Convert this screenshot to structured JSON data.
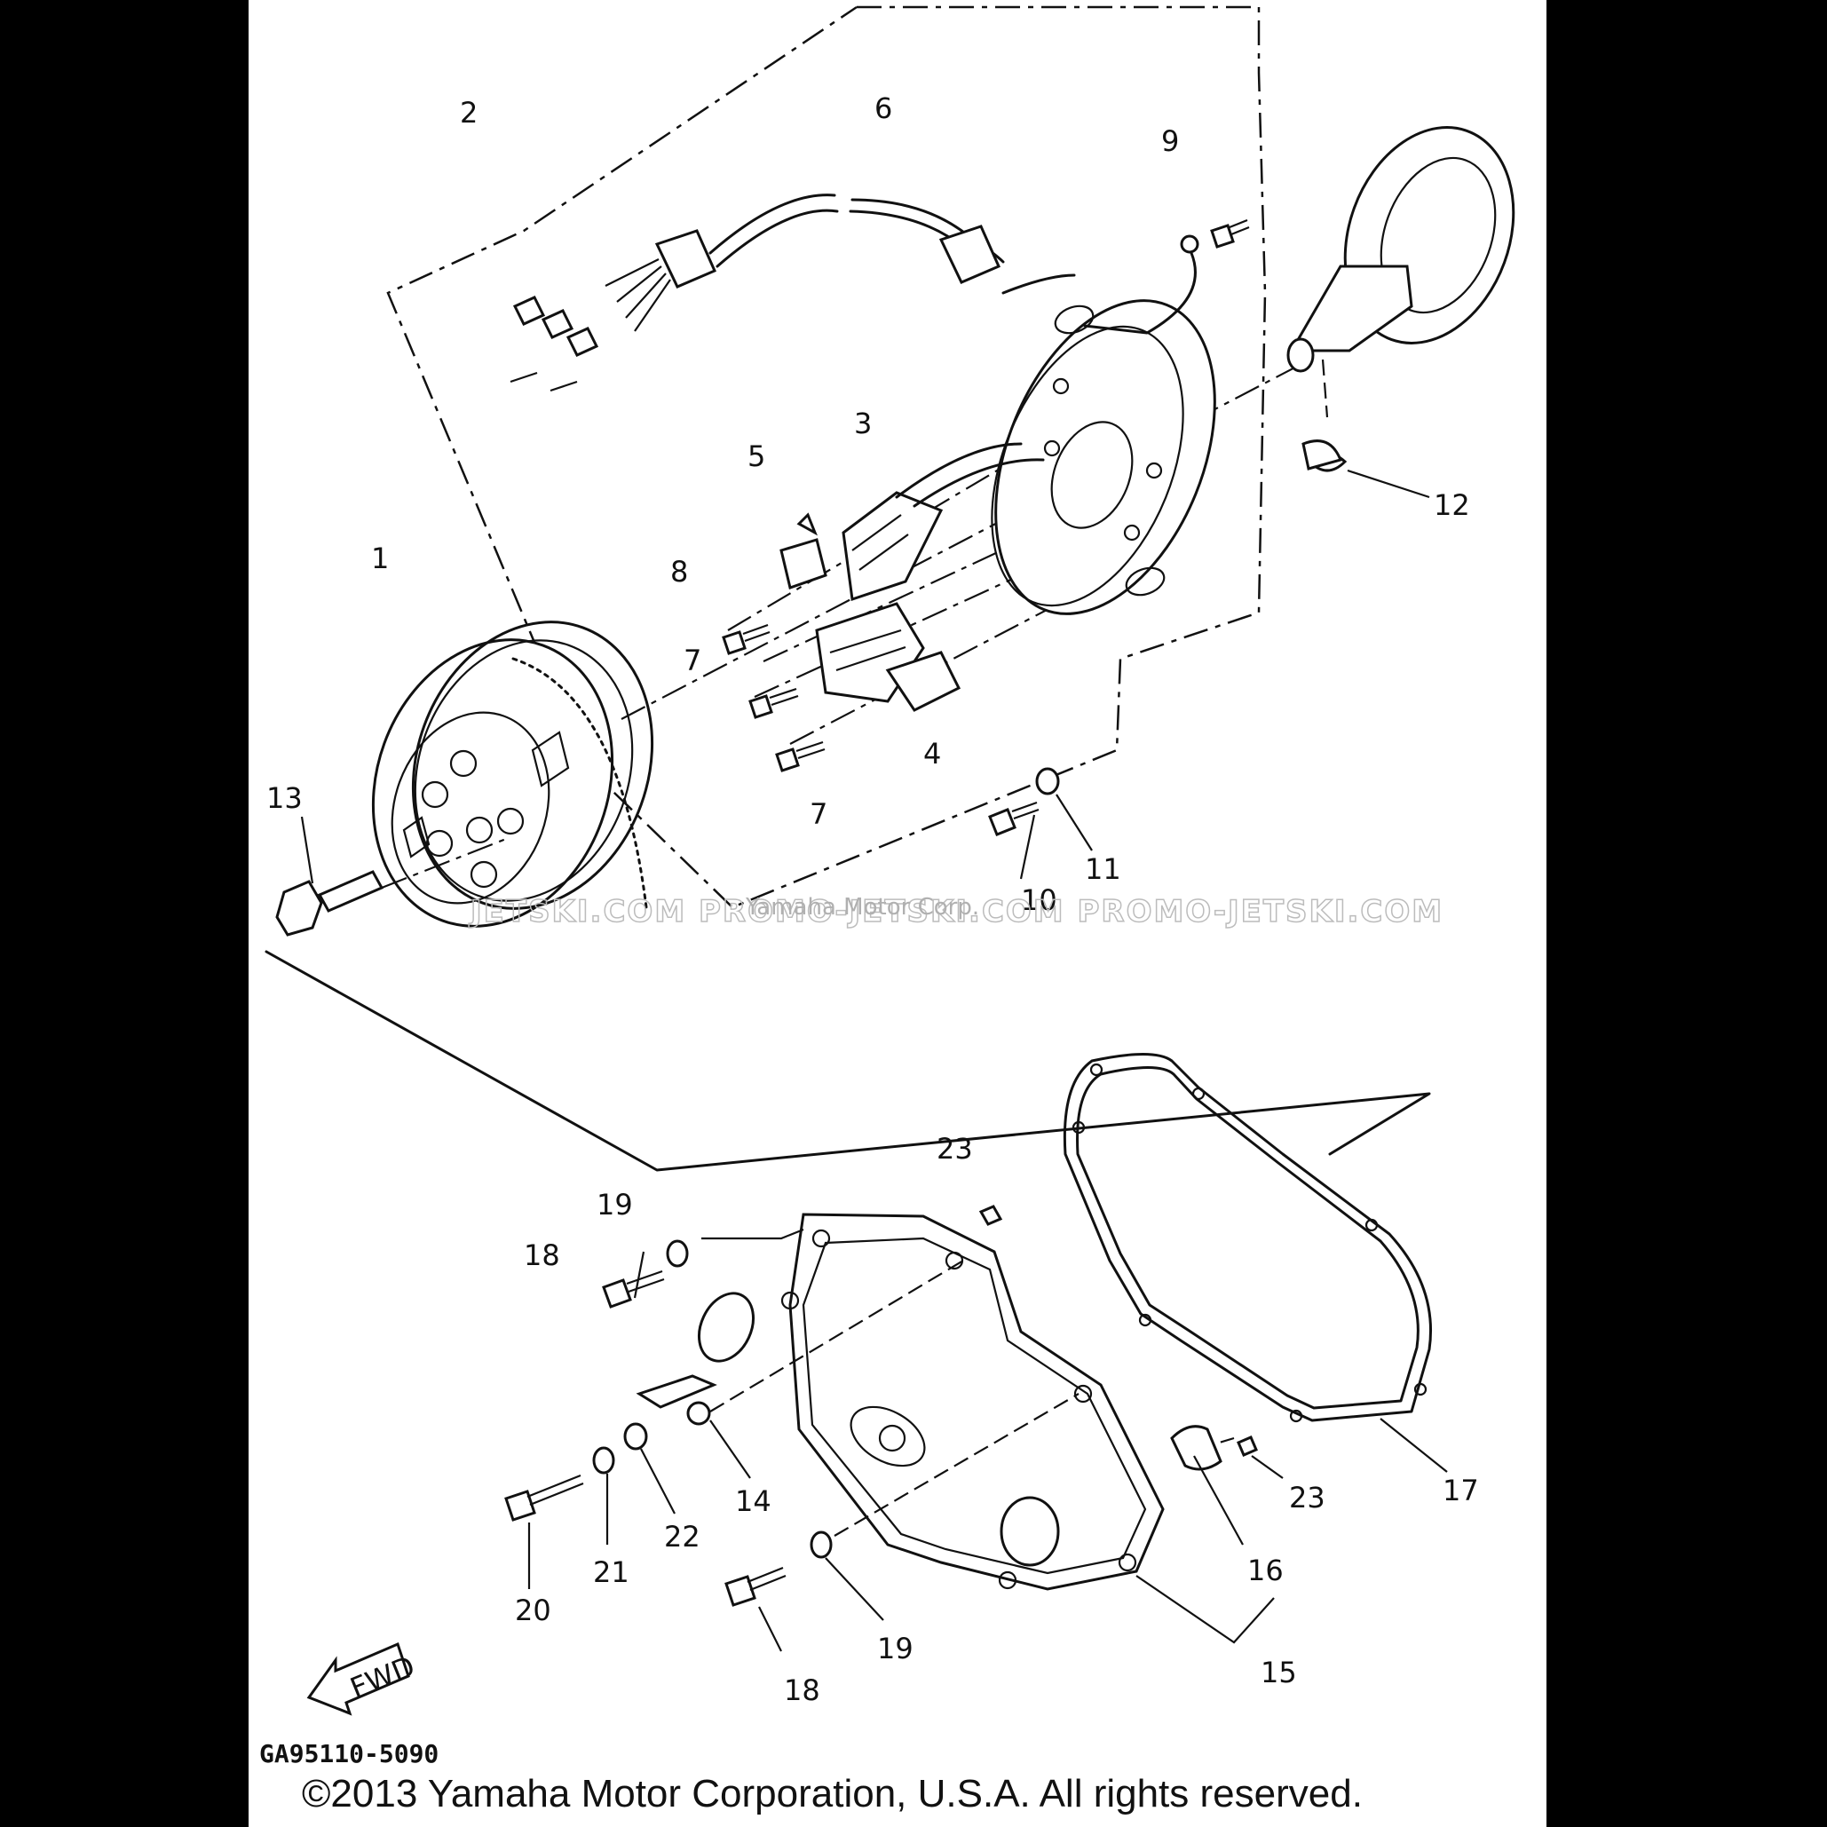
{
  "diagram": {
    "part_callouts": [
      "1",
      "2",
      "3",
      "4",
      "5",
      "6",
      "7",
      "7",
      "8",
      "9",
      "10",
      "11",
      "12",
      "13",
      "14",
      "15",
      "16",
      "17",
      "18",
      "18",
      "19",
      "19",
      "20",
      "21",
      "22",
      "23",
      "23"
    ],
    "direction_label": "FWD",
    "drawing_code": "GA95110-5090",
    "watermark": "JETSKI.COM   PROMO-JETSKI.COM    PROMO-JETSKI.COM",
    "watermark_note": "Yamaha Motor Corp.",
    "copyright": "©2013 Yamaha Motor Corporation, U.S.A. All rights reserved."
  }
}
